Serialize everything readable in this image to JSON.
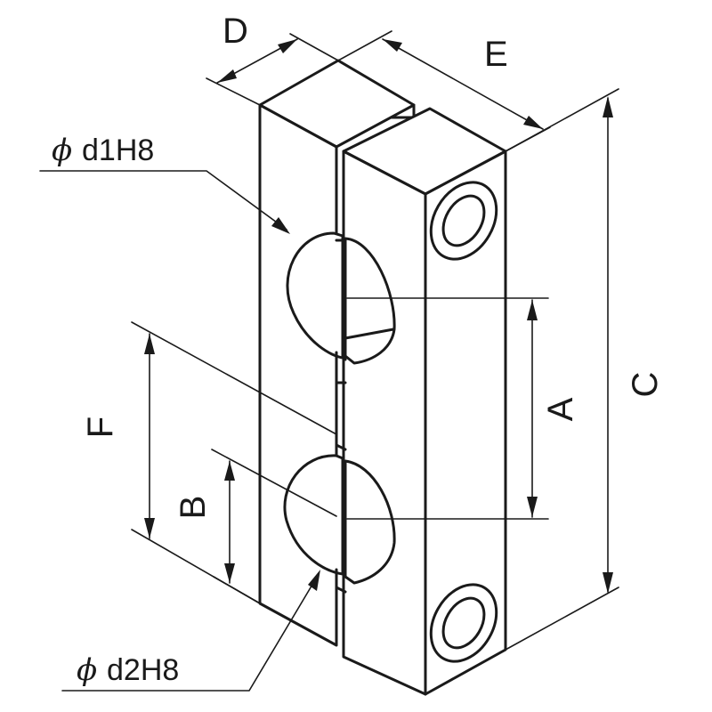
{
  "labels": {
    "dim_d": "D",
    "dim_e": "E",
    "dim_c": "C",
    "dim_a": "A",
    "dim_f": "F",
    "dim_b": "B",
    "bore_d1": "d1H8",
    "bore_d2": "d2H8",
    "phi": "ϕ"
  },
  "colors": {
    "line": "#1a1a1a",
    "background": "#ffffff"
  }
}
